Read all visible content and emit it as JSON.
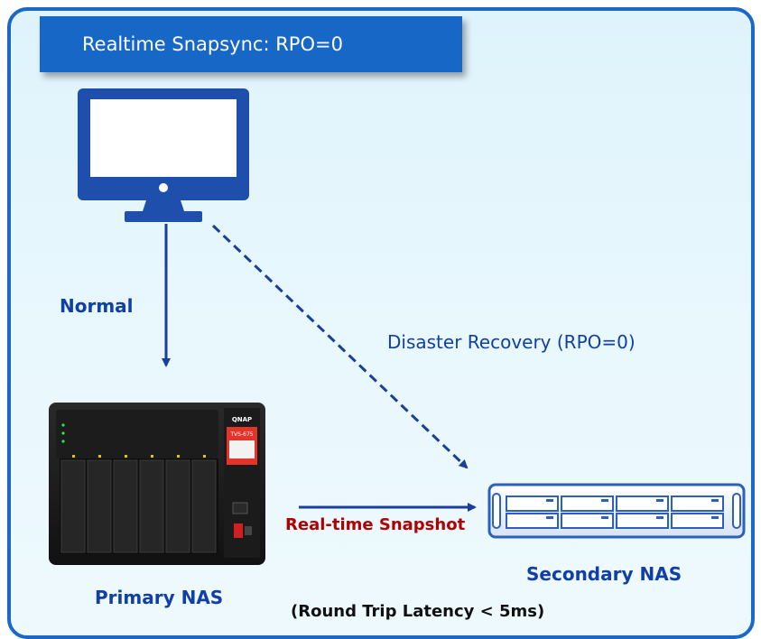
{
  "title": "Realtime Snapsync: RPO=0",
  "labels": {
    "normal": "Normal",
    "disaster_recovery": "Disaster Recovery (RPO=0)",
    "realtime_snapshot": "Real-time Snapshot",
    "primary_nas": "Primary NAS",
    "secondary_nas": "Secondary NAS",
    "latency": "(Round Trip Latency < 5ms)"
  },
  "device_text": {
    "brand": "QNAP",
    "model": "TVS-675"
  },
  "colors": {
    "frame_border": "#1a69c9",
    "banner": "#1767c7",
    "label_blue": "#103fa6",
    "label_red": "#b00000",
    "arrow": "#1a3f9a"
  },
  "icons": [
    "monitor-icon",
    "primary-nas-device",
    "secondary-nas-device"
  ]
}
